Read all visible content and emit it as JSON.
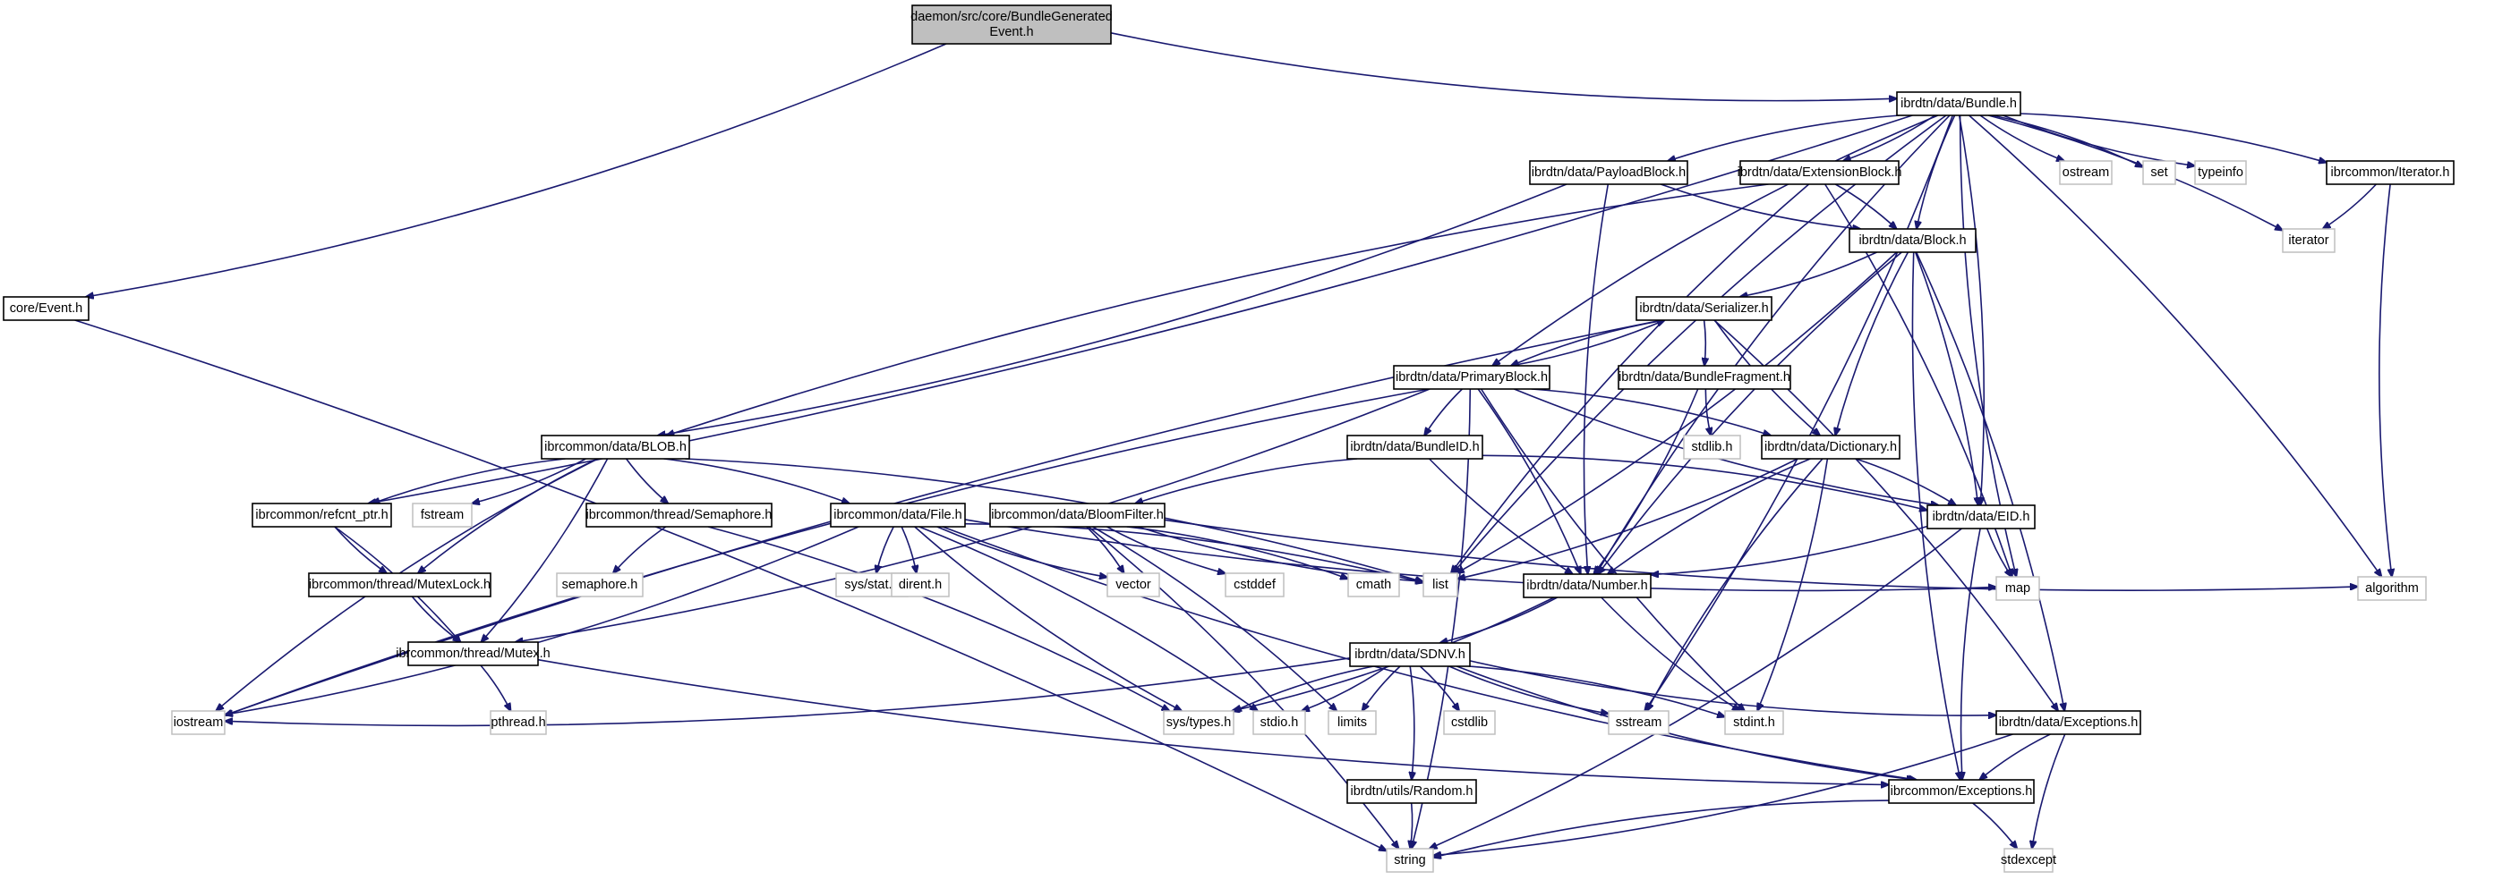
{
  "title": "Include dependency graph for daemon/src/core/BundleGeneratedEvent.h",
  "colors": {
    "edge": "#191970",
    "root_fill": "#bfbfbf",
    "node_border": "#000000",
    "system_border": "#bfbfbf"
  },
  "root": "n_root",
  "nodes": [
    {
      "id": "n_root",
      "lines": [
        "daemon/src/core/BundleGenerated",
        "Event.h"
      ],
      "kind": "root"
    },
    {
      "id": "n_event",
      "lines": [
        "core/Event.h"
      ],
      "kind": "project"
    },
    {
      "id": "n_bundle",
      "lines": [
        "ibrdtn/data/Bundle.h"
      ],
      "kind": "project"
    },
    {
      "id": "n_payload",
      "lines": [
        "ibrdtn/data/PayloadBlock.h"
      ],
      "kind": "project"
    },
    {
      "id": "n_ext",
      "lines": [
        "ibrdtn/data/ExtensionBlock.h"
      ],
      "kind": "project"
    },
    {
      "id": "n_ostream",
      "lines": [
        "ostream"
      ],
      "kind": "system"
    },
    {
      "id": "n_set",
      "lines": [
        "set"
      ],
      "kind": "system"
    },
    {
      "id": "n_typeinfo",
      "lines": [
        "typeinfo"
      ],
      "kind": "system"
    },
    {
      "id": "n_iterh",
      "lines": [
        "ibrcommon/Iterator.h"
      ],
      "kind": "project"
    },
    {
      "id": "n_block",
      "lines": [
        "ibrdtn/data/Block.h"
      ],
      "kind": "project"
    },
    {
      "id": "n_iterator",
      "lines": [
        "iterator"
      ],
      "kind": "system"
    },
    {
      "id": "n_serializer",
      "lines": [
        "ibrdtn/data/Serializer.h"
      ],
      "kind": "project"
    },
    {
      "id": "n_primary",
      "lines": [
        "ibrdtn/data/PrimaryBlock.h"
      ],
      "kind": "project"
    },
    {
      "id": "n_fragment",
      "lines": [
        "ibrdtn/data/BundleFragment.h"
      ],
      "kind": "project"
    },
    {
      "id": "n_bundleid",
      "lines": [
        "ibrdtn/data/BundleID.h"
      ],
      "kind": "project"
    },
    {
      "id": "n_stdlib",
      "lines": [
        "stdlib.h"
      ],
      "kind": "system"
    },
    {
      "id": "n_dict",
      "lines": [
        "ibrdtn/data/Dictionary.h"
      ],
      "kind": "project"
    },
    {
      "id": "n_blob",
      "lines": [
        "ibrcommon/data/BLOB.h"
      ],
      "kind": "project"
    },
    {
      "id": "n_refcnt",
      "lines": [
        "ibrcommon/refcnt_ptr.h"
      ],
      "kind": "project"
    },
    {
      "id": "n_fstream",
      "lines": [
        "fstream"
      ],
      "kind": "system"
    },
    {
      "id": "n_sema",
      "lines": [
        "ibrcommon/thread/Semaphore.h"
      ],
      "kind": "project"
    },
    {
      "id": "n_file",
      "lines": [
        "ibrcommon/data/File.h"
      ],
      "kind": "project"
    },
    {
      "id": "n_bloom",
      "lines": [
        "ibrcommon/data/BloomFilter.h"
      ],
      "kind": "project"
    },
    {
      "id": "n_eid",
      "lines": [
        "ibrdtn/data/EID.h"
      ],
      "kind": "project"
    },
    {
      "id": "n_mutexlock",
      "lines": [
        "ibrcommon/thread/MutexLock.h"
      ],
      "kind": "project"
    },
    {
      "id": "n_semah",
      "lines": [
        "semaphore.h"
      ],
      "kind": "system"
    },
    {
      "id": "n_sysstat",
      "lines": [
        "sys/stat.h"
      ],
      "kind": "system"
    },
    {
      "id": "n_dirent",
      "lines": [
        "dirent.h"
      ],
      "kind": "system"
    },
    {
      "id": "n_vector",
      "lines": [
        "vector"
      ],
      "kind": "system"
    },
    {
      "id": "n_cstddef",
      "lines": [
        "cstddef"
      ],
      "kind": "system"
    },
    {
      "id": "n_cmath",
      "lines": [
        "cmath"
      ],
      "kind": "system"
    },
    {
      "id": "n_list",
      "lines": [
        "list"
      ],
      "kind": "system"
    },
    {
      "id": "n_number",
      "lines": [
        "ibrdtn/data/Number.h"
      ],
      "kind": "project"
    },
    {
      "id": "n_map",
      "lines": [
        "map"
      ],
      "kind": "system"
    },
    {
      "id": "n_algorithm",
      "lines": [
        "algorithm"
      ],
      "kind": "system"
    },
    {
      "id": "n_mutex",
      "lines": [
        "ibrcommon/thread/Mutex.h"
      ],
      "kind": "project"
    },
    {
      "id": "n_sdnv",
      "lines": [
        "ibrdtn/data/SDNV.h"
      ],
      "kind": "project"
    },
    {
      "id": "n_iostream",
      "lines": [
        "iostream"
      ],
      "kind": "system"
    },
    {
      "id": "n_pthread",
      "lines": [
        "pthread.h"
      ],
      "kind": "system"
    },
    {
      "id": "n_systypes",
      "lines": [
        "sys/types.h"
      ],
      "kind": "system"
    },
    {
      "id": "n_stdio",
      "lines": [
        "stdio.h"
      ],
      "kind": "system"
    },
    {
      "id": "n_limits",
      "lines": [
        "limits"
      ],
      "kind": "system"
    },
    {
      "id": "n_cstdlib",
      "lines": [
        "cstdlib"
      ],
      "kind": "system"
    },
    {
      "id": "n_sstream",
      "lines": [
        "sstream"
      ],
      "kind": "system"
    },
    {
      "id": "n_stdint",
      "lines": [
        "stdint.h"
      ],
      "kind": "system"
    },
    {
      "id": "n_dexc",
      "lines": [
        "ibrdtn/data/Exceptions.h"
      ],
      "kind": "project"
    },
    {
      "id": "n_random",
      "lines": [
        "ibrdtn/utils/Random.h"
      ],
      "kind": "project"
    },
    {
      "id": "n_cexc",
      "lines": [
        "ibrcommon/Exceptions.h"
      ],
      "kind": "project"
    },
    {
      "id": "n_string",
      "lines": [
        "string"
      ],
      "kind": "system"
    },
    {
      "id": "n_stdexcept",
      "lines": [
        "stdexcept"
      ],
      "kind": "system"
    }
  ],
  "edges": [
    [
      "n_root",
      "n_event"
    ],
    [
      "n_root",
      "n_bundle"
    ],
    [
      "n_event",
      "n_string"
    ],
    [
      "n_bundle",
      "n_payload"
    ],
    [
      "n_bundle",
      "n_ext"
    ],
    [
      "n_bundle",
      "n_ostream"
    ],
    [
      "n_bundle",
      "n_set"
    ],
    [
      "n_bundle",
      "n_typeinfo"
    ],
    [
      "n_bundle",
      "n_iterh"
    ],
    [
      "n_bundle",
      "n_block"
    ],
    [
      "n_bundle",
      "n_iterator"
    ],
    [
      "n_bundle",
      "n_primary"
    ],
    [
      "n_bundle",
      "n_eid"
    ],
    [
      "n_bundle",
      "n_map"
    ],
    [
      "n_bundle",
      "n_algorithm"
    ],
    [
      "n_bundle",
      "n_list"
    ],
    [
      "n_bundle",
      "n_refcnt"
    ],
    [
      "n_bundle",
      "n_number"
    ],
    [
      "n_bundle",
      "n_sstream"
    ],
    [
      "n_payload",
      "n_block"
    ],
    [
      "n_payload",
      "n_blob"
    ],
    [
      "n_payload",
      "n_number"
    ],
    [
      "n_ext",
      "n_block"
    ],
    [
      "n_ext",
      "n_blob"
    ],
    [
      "n_ext",
      "n_map"
    ],
    [
      "n_ext",
      "n_list"
    ],
    [
      "n_iterh",
      "n_iterator"
    ],
    [
      "n_iterh",
      "n_algorithm"
    ],
    [
      "n_block",
      "n_serializer"
    ],
    [
      "n_block",
      "n_dict"
    ],
    [
      "n_block",
      "n_eid"
    ],
    [
      "n_block",
      "n_number"
    ],
    [
      "n_block",
      "n_dexc"
    ],
    [
      "n_block",
      "n_cexc"
    ],
    [
      "n_block",
      "n_list"
    ],
    [
      "n_serializer",
      "n_primary"
    ],
    [
      "n_serializer",
      "n_fragment"
    ],
    [
      "n_serializer",
      "n_dict"
    ],
    [
      "n_serializer",
      "n_dexc"
    ],
    [
      "n_serializer",
      "n_iostream"
    ],
    [
      "n_primary",
      "n_serializer"
    ],
    [
      "n_primary",
      "n_bundleid"
    ],
    [
      "n_primary",
      "n_dict"
    ],
    [
      "n_primary",
      "n_eid"
    ],
    [
      "n_primary",
      "n_number"
    ],
    [
      "n_primary",
      "n_stdint"
    ],
    [
      "n_primary",
      "n_string"
    ],
    [
      "n_primary",
      "n_iostream"
    ],
    [
      "n_primary",
      "n_mutex"
    ],
    [
      "n_fragment",
      "n_stdlib"
    ],
    [
      "n_fragment",
      "n_number"
    ],
    [
      "n_bundleid",
      "n_bloom"
    ],
    [
      "n_bundleid",
      "n_eid"
    ],
    [
      "n_bundleid",
      "n_number"
    ],
    [
      "n_dict",
      "n_eid"
    ],
    [
      "n_dict",
      "n_number"
    ],
    [
      "n_dict",
      "n_list"
    ],
    [
      "n_dict",
      "n_sstream"
    ],
    [
      "n_dict",
      "n_stdint"
    ],
    [
      "n_blob",
      "n_refcnt"
    ],
    [
      "n_blob",
      "n_fstream"
    ],
    [
      "n_blob",
      "n_sema"
    ],
    [
      "n_blob",
      "n_file"
    ],
    [
      "n_blob",
      "n_mutexlock"
    ],
    [
      "n_blob",
      "n_mutex"
    ],
    [
      "n_blob",
      "n_iostream"
    ],
    [
      "n_blob",
      "n_list"
    ],
    [
      "n_refcnt",
      "n_mutexlock"
    ],
    [
      "n_refcnt",
      "n_mutex"
    ],
    [
      "n_sema",
      "n_semah"
    ],
    [
      "n_sema",
      "n_systypes"
    ],
    [
      "n_file",
      "n_sysstat"
    ],
    [
      "n_file",
      "n_dirent"
    ],
    [
      "n_file",
      "n_vector"
    ],
    [
      "n_file",
      "n_list"
    ],
    [
      "n_file",
      "n_systypes"
    ],
    [
      "n_file",
      "n_stdio"
    ],
    [
      "n_file",
      "n_cexc"
    ],
    [
      "n_file",
      "n_iostream"
    ],
    [
      "n_file",
      "n_map"
    ],
    [
      "n_bloom",
      "n_vector"
    ],
    [
      "n_bloom",
      "n_cstddef"
    ],
    [
      "n_bloom",
      "n_cmath"
    ],
    [
      "n_bloom",
      "n_list"
    ],
    [
      "n_bloom",
      "n_string"
    ],
    [
      "n_bloom",
      "n_algorithm"
    ],
    [
      "n_bloom",
      "n_limits"
    ],
    [
      "n_eid",
      "n_map"
    ],
    [
      "n_eid",
      "n_number"
    ],
    [
      "n_eid",
      "n_cexc"
    ],
    [
      "n_eid",
      "n_string"
    ],
    [
      "n_mutexlock",
      "n_mutex"
    ],
    [
      "n_mutex",
      "n_pthread"
    ],
    [
      "n_mutex",
      "n_cexc"
    ],
    [
      "n_number",
      "n_sdnv"
    ],
    [
      "n_number",
      "n_stdint"
    ],
    [
      "n_number",
      "n_systypes"
    ],
    [
      "n_sdnv",
      "n_systypes"
    ],
    [
      "n_sdnv",
      "n_stdio"
    ],
    [
      "n_sdnv",
      "n_limits"
    ],
    [
      "n_sdnv",
      "n_cstdlib"
    ],
    [
      "n_sdnv",
      "n_sstream"
    ],
    [
      "n_sdnv",
      "n_stdint"
    ],
    [
      "n_sdnv",
      "n_dexc"
    ],
    [
      "n_sdnv",
      "n_random"
    ],
    [
      "n_sdnv",
      "n_cexc"
    ],
    [
      "n_sdnv",
      "n_iostream"
    ],
    [
      "n_dexc",
      "n_cexc"
    ],
    [
      "n_dexc",
      "n_string"
    ],
    [
      "n_dexc",
      "n_stdexcept"
    ],
    [
      "n_random",
      "n_string"
    ],
    [
      "n_cexc",
      "n_string"
    ],
    [
      "n_cexc",
      "n_stdexcept"
    ]
  ]
}
